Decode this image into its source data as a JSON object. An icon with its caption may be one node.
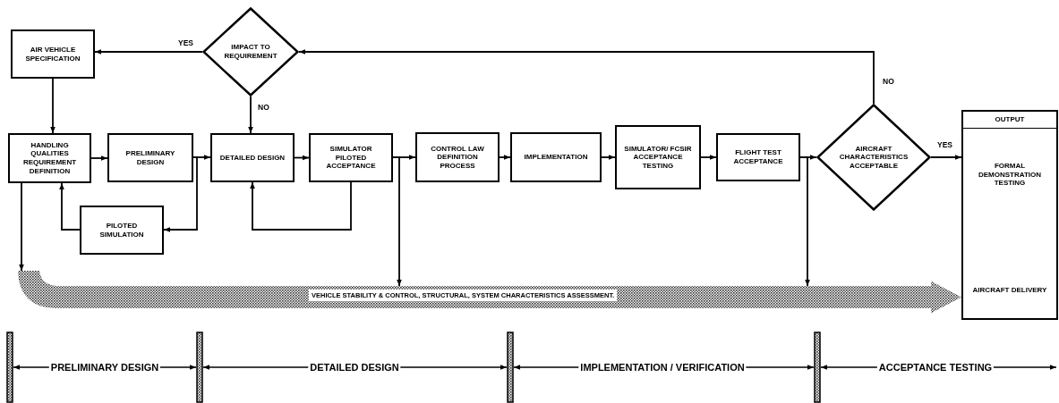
{
  "diagram": {
    "nodes": [
      {
        "text": [
          "AIR VEHICLE SPECIFICATION"
        ]
      },
      {
        "text": [
          "IMPACT TO REQUIREMENT"
        ]
      },
      {
        "text": [
          "HANDLING QUALITIES REQUIREMENT DEFINITION"
        ]
      },
      {
        "text": [
          "PRELIMINARY DESIGN"
        ]
      },
      {
        "text": [
          "PILOTED SIMULATION"
        ]
      },
      {
        "text": [
          "DETAILED DESIGN"
        ]
      },
      {
        "text": [
          "SIMULATOR PILOTED ACCEPTANCE"
        ]
      },
      {
        "text": [
          "CONTROL LAW DEFINITION PROCESS"
        ]
      },
      {
        "text": [
          "IMPLEMENTATION"
        ]
      },
      {
        "text": [
          "SIMULATOR/ FCSIR ACCEPTANCE TESTING"
        ]
      },
      {
        "text": [
          "FLIGHT TEST ACCEPTANCE"
        ]
      },
      {
        "text": [
          "AIRCRAFT CHARACTERISTICS ACCEPTABLE"
        ]
      },
      {
        "text": [
          "OUTPUT",
          "FORMAL DEMONSTRATION TESTING",
          "AIRCRAFT DELIVERY"
        ]
      },
      {
        "text": [
          "VEHICLE STABILITY & CONTROL, STRUCTURAL, SYSTEM CHARACTERISTICS ASSESSMENT."
        ]
      }
    ],
    "edges": [
      {
        "from": 1,
        "to": 0,
        "arrow": "to",
        "label": "YES"
      },
      {
        "from": 1,
        "to": 5,
        "arrow": "to",
        "label": "NO"
      },
      {
        "from": 0,
        "to": 2,
        "arrow": "to"
      },
      {
        "from": 2,
        "to": 3,
        "arrow": "to"
      },
      {
        "from": 3,
        "to": 5,
        "arrow": "to"
      },
      {
        "from": 3,
        "to": 4,
        "arrow": "to"
      },
      {
        "from": 4,
        "to": 2,
        "arrow": "to"
      },
      {
        "from": 5,
        "to": 6,
        "arrow": "to"
      },
      {
        "from": 6,
        "to": 5,
        "arrow": "to"
      },
      {
        "from": 6,
        "to": 7,
        "arrow": "to"
      },
      {
        "from": 6,
        "to": 13,
        "arrow": "to"
      },
      {
        "from": 2,
        "to": 13,
        "arrow": "to"
      },
      {
        "from": 7,
        "to": 8,
        "arrow": "to"
      },
      {
        "from": 8,
        "to": 9,
        "arrow": "to"
      },
      {
        "from": 9,
        "to": 10,
        "arrow": "to"
      },
      {
        "from": 10,
        "to": 11,
        "arrow": "to"
      },
      {
        "from": 10,
        "to": 13,
        "arrow": "to"
      },
      {
        "from": 11,
        "to": 1,
        "arrow": "to",
        "label": "NO"
      },
      {
        "from": 11,
        "to": 12,
        "arrow": "to",
        "label": "YES"
      },
      {
        "from": 13,
        "to": 12,
        "arrow": "to",
        "style": "thick"
      }
    ],
    "labels": [
      "PRELIMINARY DESIGN",
      "DETAILED DESIGN",
      "IMPLEMENTATION / VERIFICATION",
      "ACCEPTANCE TESTING"
    ]
  }
}
